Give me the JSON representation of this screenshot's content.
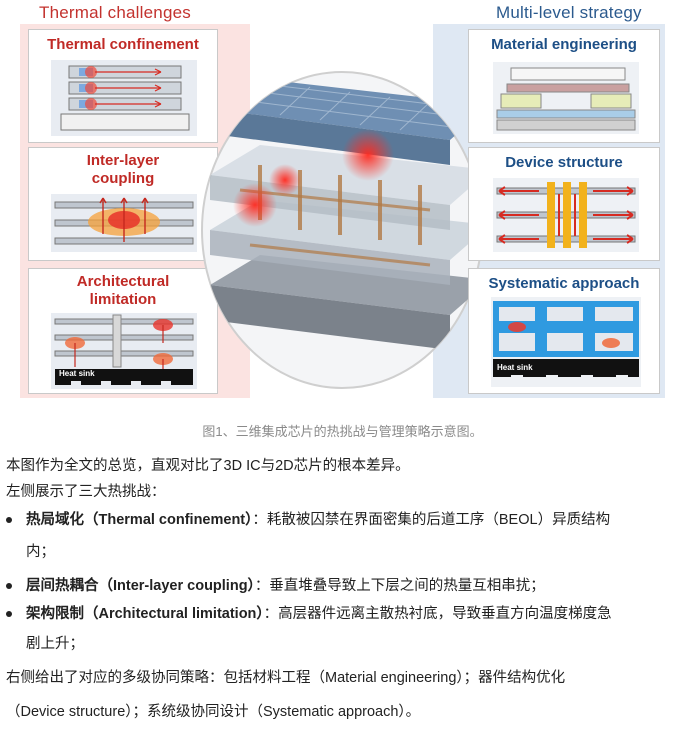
{
  "figure": {
    "left_header": "Thermal challenges",
    "right_header": "Multi-level strategy",
    "left_cards": [
      {
        "title": "Thermal confinement"
      },
      {
        "title_line1": "Inter-layer",
        "title_line2": "coupling"
      },
      {
        "title_line1": "Architectural",
        "title_line2": "limitation",
        "label": "Heat sink"
      }
    ],
    "right_cards": [
      {
        "title": "Material engineering"
      },
      {
        "title": "Device structure"
      },
      {
        "title": "Systematic approach",
        "label": "Heat sink"
      }
    ],
    "colors": {
      "challenge": "#c02a26",
      "strategy": "#1d4f86",
      "left_bg": "#fbe3e1",
      "right_bg": "#dfe8f3"
    }
  },
  "caption": "图1、三维集成芯片的热挑战与管理策略示意图。",
  "intro": "本图作为全文的总览，直观对比了3D IC与2D芯片的根本差异。",
  "left_intro": "左侧展示了三大热挑战：",
  "bullets": [
    {
      "bold": "热局域化（Thermal confinement）",
      "text": "：耗散被囚禁在界面密集的后道工序（BEOL）异质结构",
      "cont": "内；"
    },
    {
      "bold": "层间热耦合（Inter-layer coupling）",
      "text": "：垂直堆叠导致上下层之间的热量互相串扰；"
    },
    {
      "bold": "架构限制（Architectural limitation）",
      "text": "：高层器件远离主散热衬底，导致垂直方向温度梯度急",
      "cont": "剧上升；"
    }
  ],
  "right_text_1": "右侧给出了对应的多级协同策略：包括材料工程（Material engineering）；器件结构优化",
  "right_text_2": "（Device structure）；系统级协同设计（Systematic approach）。"
}
